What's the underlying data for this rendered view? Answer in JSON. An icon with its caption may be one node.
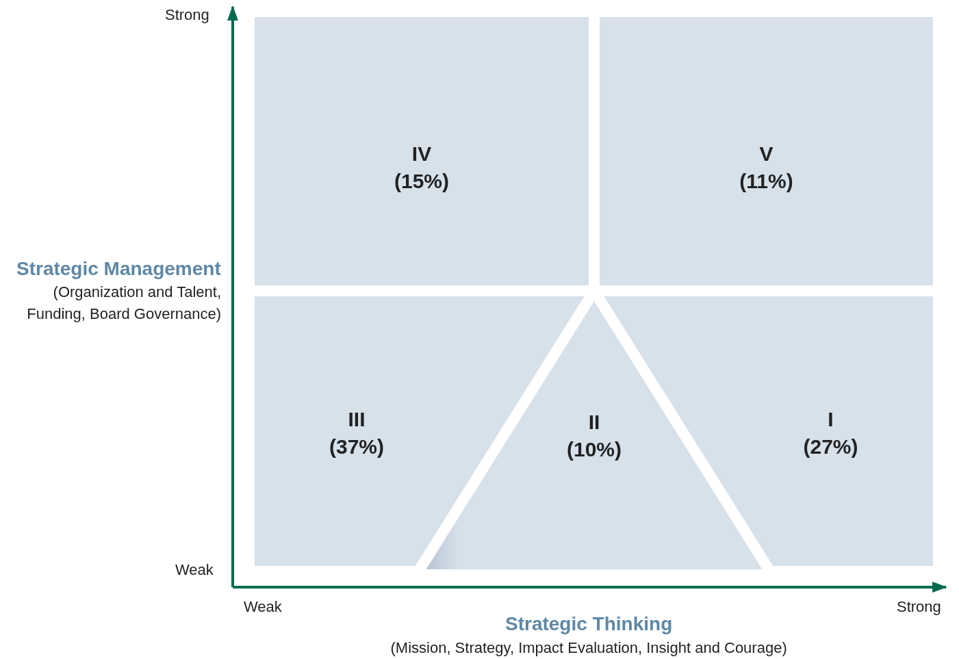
{
  "diagram": {
    "nodes": [
      {
        "text": [
          "IV",
          "(15%)"
        ]
      },
      {
        "text": [
          "V",
          "(11%)"
        ]
      },
      {
        "text": [
          "III",
          "(37%)"
        ]
      },
      {
        "text": [
          "II",
          "(10%)"
        ]
      },
      {
        "text": [
          "I",
          "(27%)"
        ]
      }
    ],
    "labels": [
      "Strong",
      "Strategic Management",
      "(Organization and Talent, Funding, Board Governance)",
      "Weak",
      "Weak",
      "Strong",
      "Strategic Thinking",
      "(Mission, Strategy, Impact Evaluation, Insight and Courage)"
    ]
  }
}
